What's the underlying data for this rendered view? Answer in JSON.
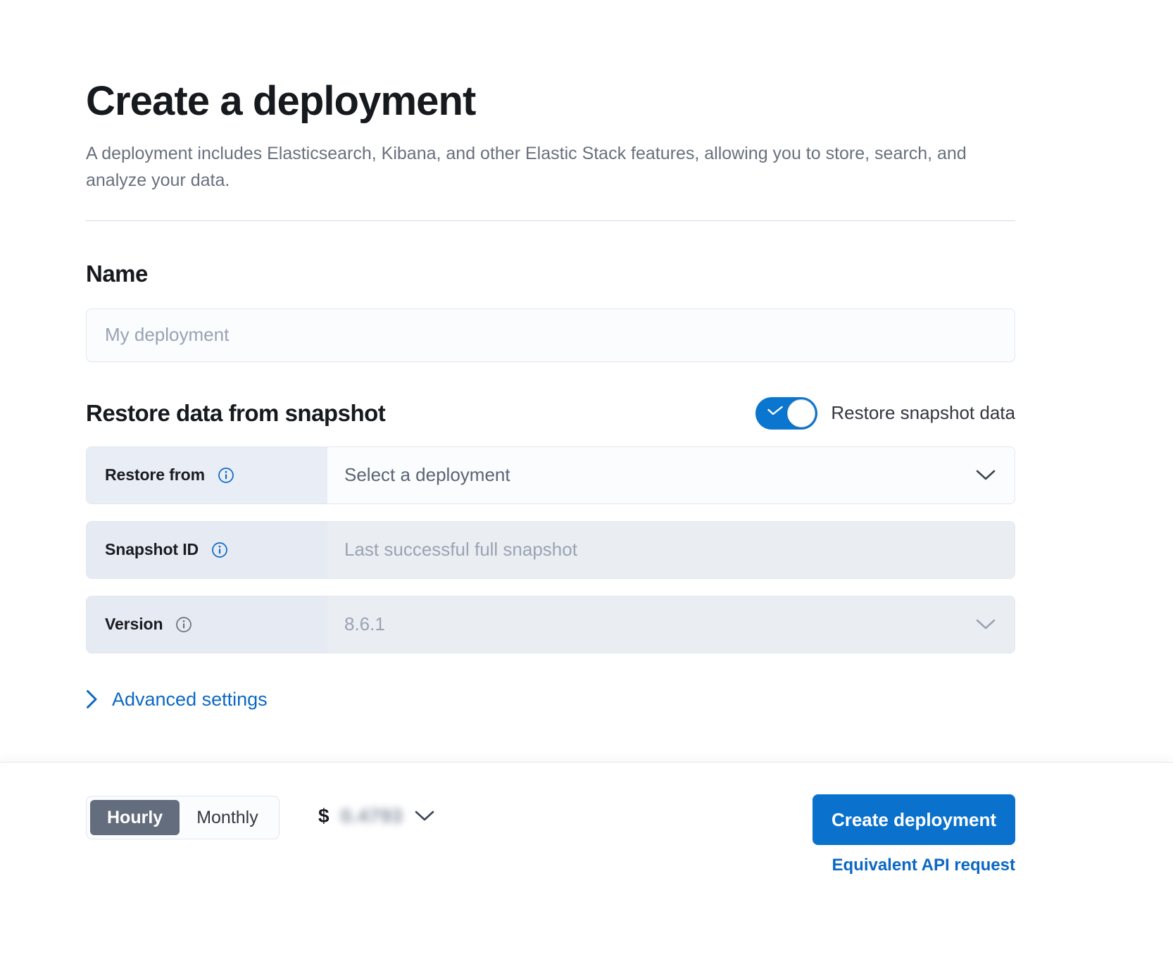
{
  "header": {
    "title": "Create a deployment",
    "description": "A deployment includes Elasticsearch, Kibana, and other Elastic Stack features, allowing you to store, search, and analyze your data."
  },
  "name_section": {
    "title": "Name",
    "input_value": "",
    "input_placeholder": "My deployment"
  },
  "restore_section": {
    "title": "Restore data from snapshot",
    "toggle": {
      "label": "Restore snapshot data",
      "checked": true,
      "on_color": "#0b76cf"
    },
    "rows": [
      {
        "label": "Restore from",
        "value": "Select a deployment",
        "control": "dropdown",
        "disabled": false,
        "info_icon": "info-icon",
        "info_color": "#0b68c4"
      },
      {
        "label": "Snapshot ID",
        "value": "Last successful full snapshot",
        "control": "text",
        "disabled": true,
        "info_icon": "info-icon",
        "info_color": "#0b68c4"
      },
      {
        "label": "Version",
        "value": "8.6.1",
        "control": "dropdown",
        "disabled": true,
        "info_icon": "info-icon",
        "info_color": "#69707d"
      }
    ],
    "advanced_settings": {
      "label": "Advanced settings",
      "icon": "chevron-right-icon",
      "expanded": false
    }
  },
  "footer": {
    "billing_options": [
      {
        "label": "Hourly",
        "selected": true
      },
      {
        "label": "Monthly",
        "selected": false
      }
    ],
    "price": {
      "currency_symbol": "$",
      "amount": "0.4793",
      "obscured": true,
      "expand_icon": "chevron-down-icon"
    },
    "create_button": "Create deployment",
    "api_link": "Equivalent API request"
  },
  "colors": {
    "primary": "#0a72cd",
    "link": "#0b68c4",
    "label_bg": "#e9edf5",
    "field_bg": "#fbfcfd",
    "disabled_bg": "#eaeef3",
    "segment_active": "#646d7d",
    "text_muted": "#69707d"
  }
}
